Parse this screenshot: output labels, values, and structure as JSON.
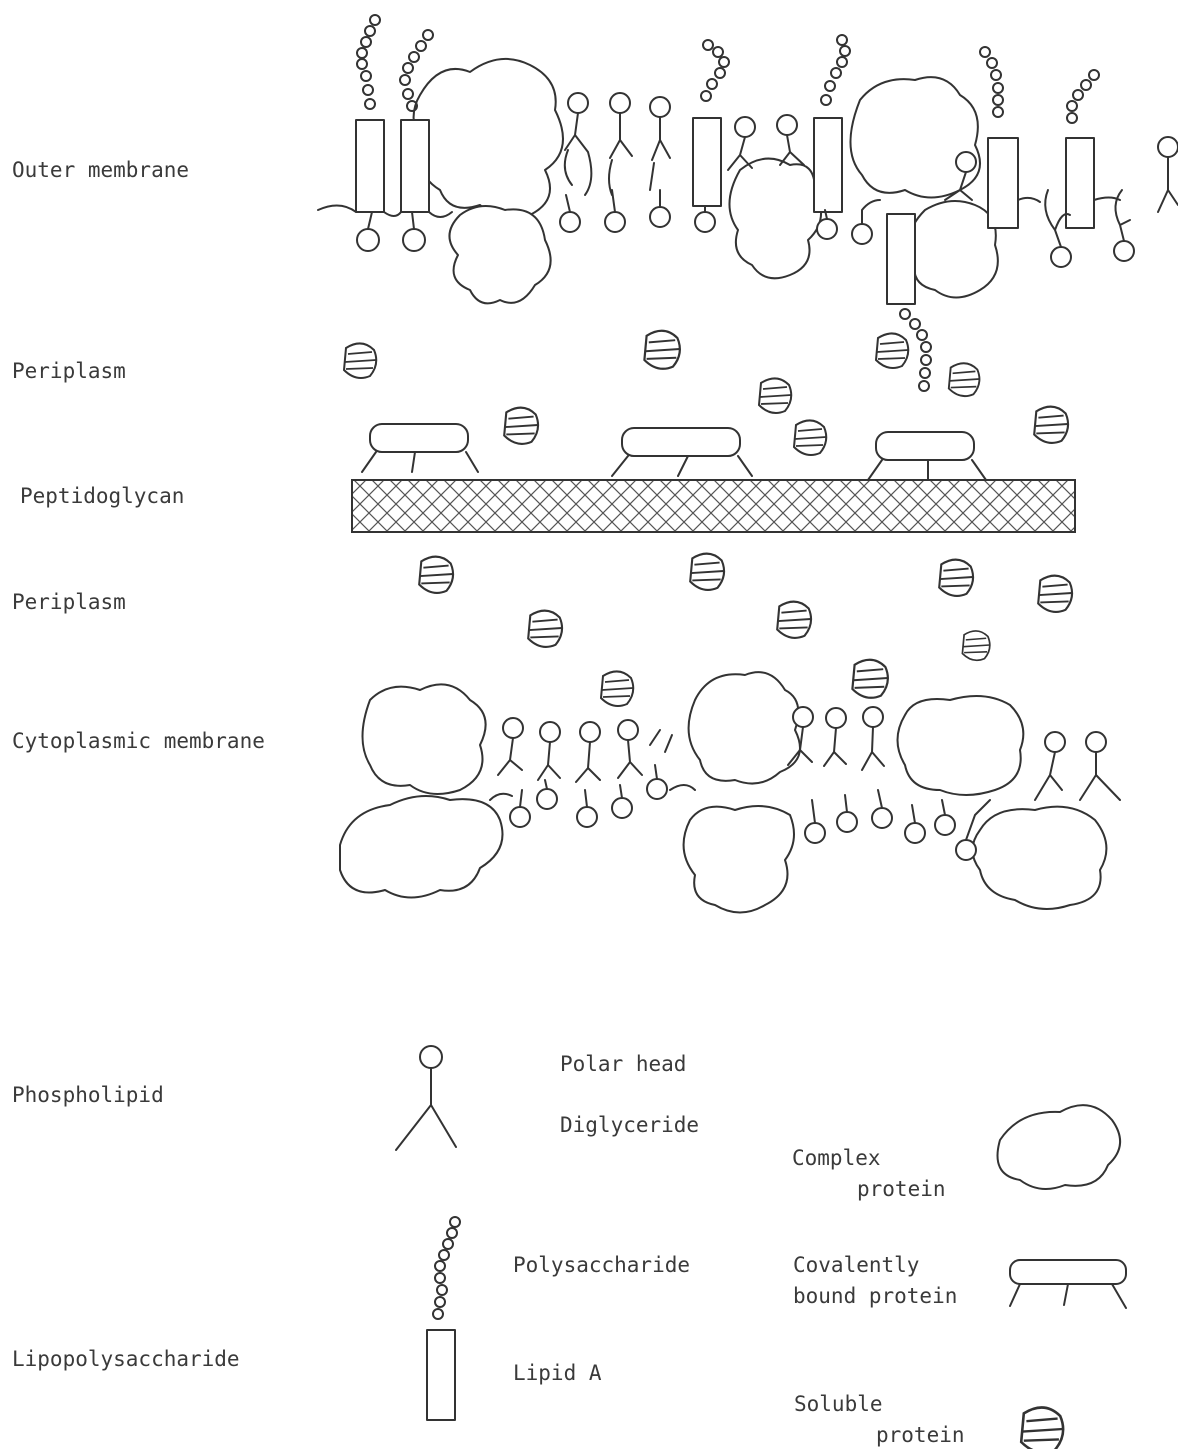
{
  "layer_labels": {
    "outer_membrane": "Outer membrane",
    "periplasm_upper": "Periplasm",
    "peptidoglycan": "Peptidoglycan",
    "periplasm_lower": "Periplasm",
    "cytoplasmic_membrane": "Cytoplasmic membrane"
  },
  "legend": {
    "phospholipid": "Phospholipid",
    "polar_head": "Polar head",
    "diglyceride": "Diglyceride",
    "complex_protein_1": "Complex",
    "complex_protein_2": "protein",
    "polysaccharide": "Polysaccharide",
    "covalently_bound_1": "Covalently",
    "covalently_bound_2": "bound protein",
    "lipopolysaccharide": "Lipopolysaccharide",
    "lipid_a": "Lipid A",
    "soluble_protein_1": "Soluble",
    "soluble_protein_2": "protein"
  }
}
